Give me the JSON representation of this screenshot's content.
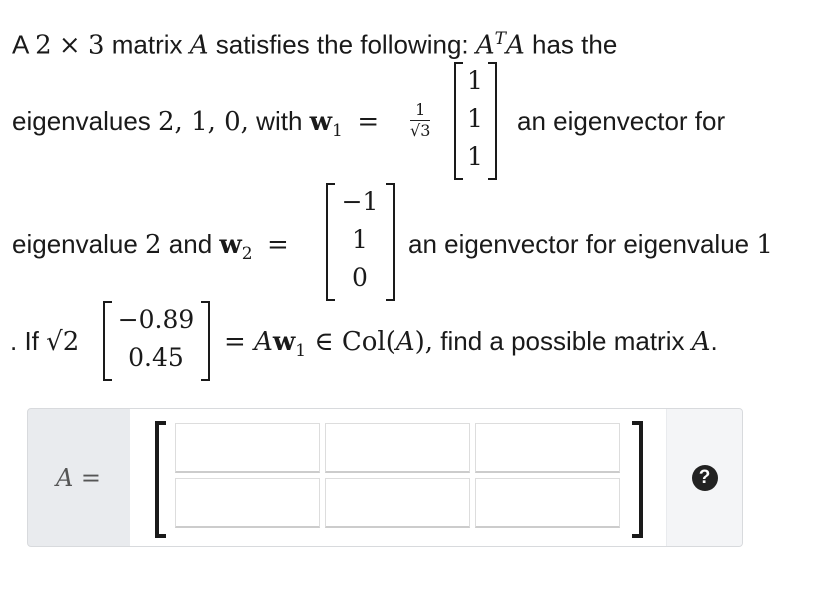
{
  "problem": {
    "l1_a": "A ",
    "l1_2": "2",
    "l1_x": "×",
    "l1_3": "3",
    "l1_b": " matrix ",
    "l1_A": "A",
    "l1_c": " satisfies the following: ",
    "l1_ATA": "A",
    "l1_T": "T",
    "l1_A2": "A",
    "l1_d": " has the",
    "l2_a": "eigenvalues ",
    "l2_vals": "2, 1, 0,",
    "l2_b": " with ",
    "w1": "w",
    "sub1": "1",
    "eq": "=",
    "frac_num": "1",
    "frac_den": "√3",
    "w1_entries": [
      "1",
      "1",
      "1"
    ],
    "l2_c": "an eigenvector for",
    "l3_a": "eigenvalue ",
    "l3_2": "2",
    "l3_b": " and ",
    "w2": "w",
    "sub2": "2",
    "w2_entries": [
      "−1",
      "1",
      "0"
    ],
    "l3_c": "an eigenvector for eigenvalue ",
    "l3_1": "1",
    "l4_a": ". If ",
    "sqrt2": "√2",
    "v_entries": [
      "−0.89",
      "0.45"
    ],
    "l4_eq": "= ",
    "l4_A": "A",
    "l4_w": "w",
    "l4_sub": "1",
    "l4_in": " ∈ Col(",
    "l4_A2": "A",
    "l4_close": "),",
    "l4_b": " find a possible matrix ",
    "l4_A3": "A",
    "l4_dot": "."
  },
  "answer": {
    "label": "A =",
    "cells": [
      [
        "",
        "",
        ""
      ],
      [
        "",
        "",
        ""
      ]
    ],
    "help_icon": "?"
  }
}
